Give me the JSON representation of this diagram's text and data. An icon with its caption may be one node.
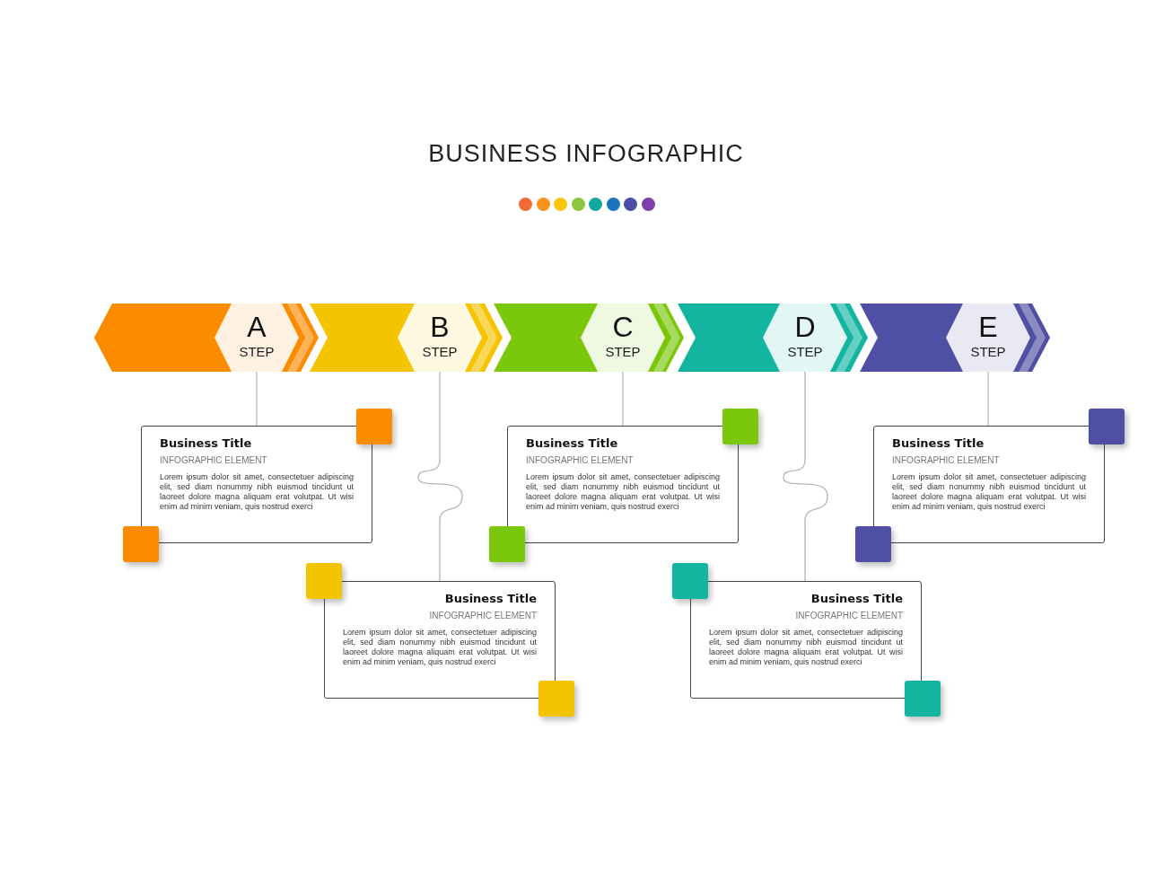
{
  "diagram": {
    "title": "BUSINESS INFOGRAPHIC",
    "nodes": [
      {
        "text": [
          "A",
          "STEP"
        ]
      },
      {
        "text": [
          "B",
          "STEP"
        ]
      },
      {
        "text": [
          "C",
          "STEP"
        ]
      },
      {
        "text": [
          "D",
          "STEP"
        ]
      },
      {
        "text": [
          "E",
          "STEP"
        ]
      },
      {
        "text": [
          "Business Title",
          "INFOGRAPHIC ELEMENT",
          "Lorem ipsum dolor sit amet, consectetuer adipiscing elit, sed diam nonummy nibh euismod tincidunt ut laoreet dolore magna aliquam erat volutpat. Ut wisi enim ad minim veniam, quis nostrud exerci"
        ]
      },
      {
        "text": [
          "Business Title",
          "INFOGRAPHIC ELEMENT",
          "Lorem ipsum dolor sit amet, consectetuer adipiscing elit, sed diam nonummy nibh euismod tincidunt ut laoreet dolore magna aliquam erat volutpat. Ut wisi enim ad minim veniam, quis nostrud exerci"
        ]
      },
      {
        "text": [
          "Business Title",
          "INFOGRAPHIC ELEMENT",
          "Lorem ipsum dolor sit amet, consectetuer adipiscing elit, sed diam nonummy nibh euismod tincidunt ut laoreet dolore magna aliquam erat volutpat. Ut wisi enim ad minim veniam, quis nostrud exerci"
        ]
      },
      {
        "text": [
          "Business Title",
          "INFOGRAPHIC ELEMENT",
          "Lorem ipsum dolor sit amet, consectetuer adipiscing elit, sed diam nonummy nibh euismod tincidunt ut laoreet dolore magna aliquam erat volutpat. Ut wisi enim ad minim veniam, quis nostrud exerci"
        ]
      },
      {
        "text": [
          "Business Title",
          "INFOGRAPHIC ELEMENT",
          "Lorem ipsum dolor sit amet, consectetuer adipiscing elit, sed diam nonummy nibh euismod tincidunt ut laoreet dolore magna aliquam erat volutpat. Ut wisi enim ad minim veniam, quis nostrud exerci"
        ]
      }
    ],
    "edges": [
      {
        "from": 0,
        "to": 5,
        "arrow": "none"
      },
      {
        "from": 1,
        "to": 6,
        "arrow": "none"
      },
      {
        "from": 2,
        "to": 7,
        "arrow": "none"
      },
      {
        "from": 3,
        "to": 8,
        "arrow": "none"
      },
      {
        "from": 4,
        "to": 9,
        "arrow": "none"
      }
    ]
  }
}
